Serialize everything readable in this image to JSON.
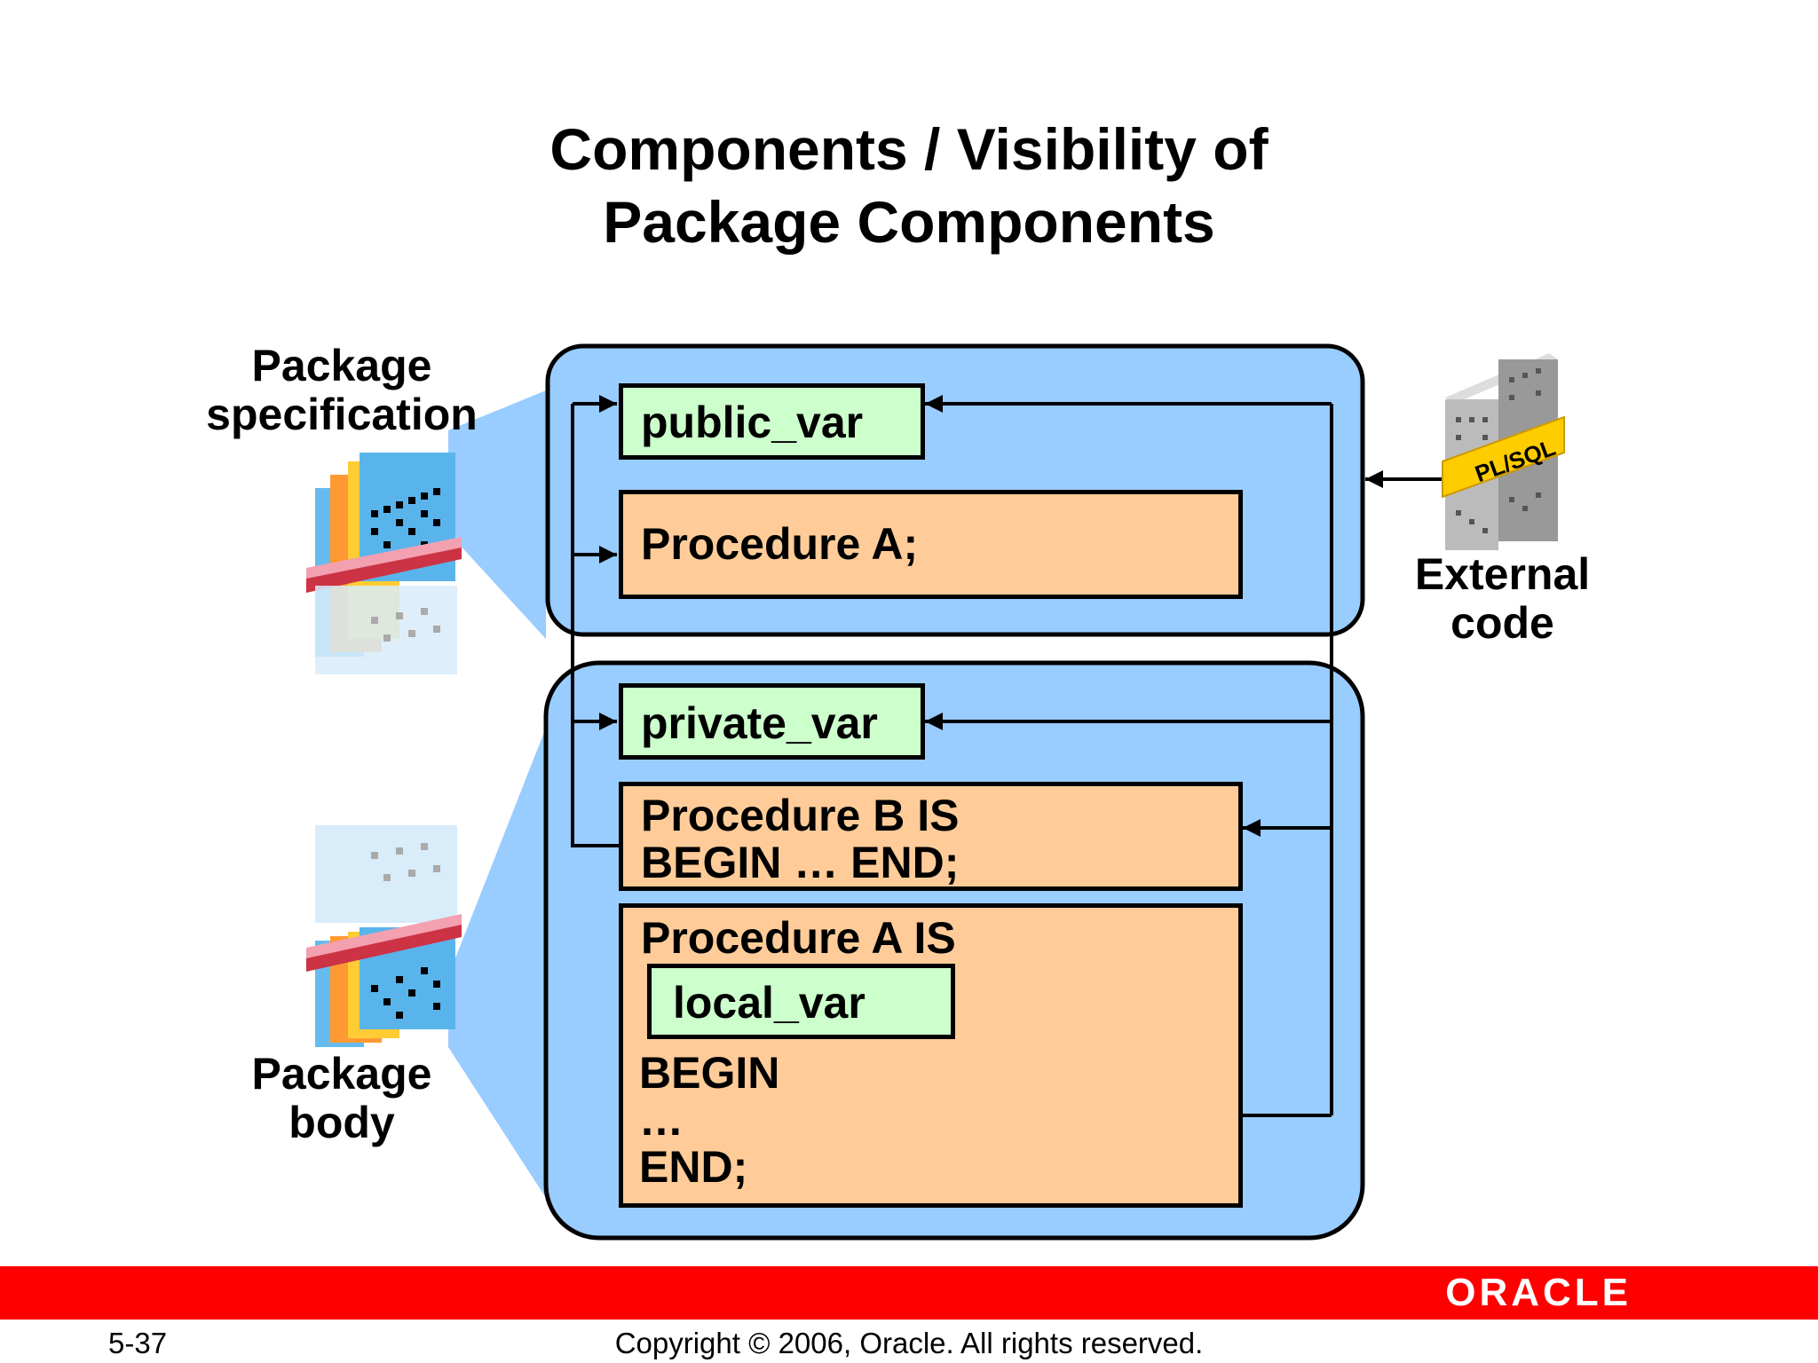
{
  "title": {
    "line1": "Components / Visibility of",
    "line2": "Package Components"
  },
  "labels": {
    "spec_line1": "Package",
    "spec_line2": "specification",
    "body_line1": "Package",
    "body_line2": "body",
    "external_line1": "External",
    "external_line2": "code"
  },
  "spec_section": {
    "public_var": "public_var",
    "procedure_a": "Procedure  A;"
  },
  "body_section": {
    "private_var": "private_var",
    "procedure_b_line1": "Procedure  B  IS",
    "procedure_b_line2": "BEGIN … END;",
    "procedure_a_line1": "Procedure  A  IS",
    "local_var": "local_var",
    "begin": "BEGIN",
    "ellipsis": "…",
    "end": "END;"
  },
  "plsql_badge": "PL/SQL",
  "footer": {
    "slide_number": "5-37",
    "copyright": "Copyright © 2006, Oracle.  All rights reserved.",
    "logo": "ORACLE"
  },
  "colors": {
    "panel_blue": "#99ccff",
    "var_green": "#ccffcc",
    "proc_orange": "#ffcc99",
    "footer_red": "#ff0000"
  }
}
